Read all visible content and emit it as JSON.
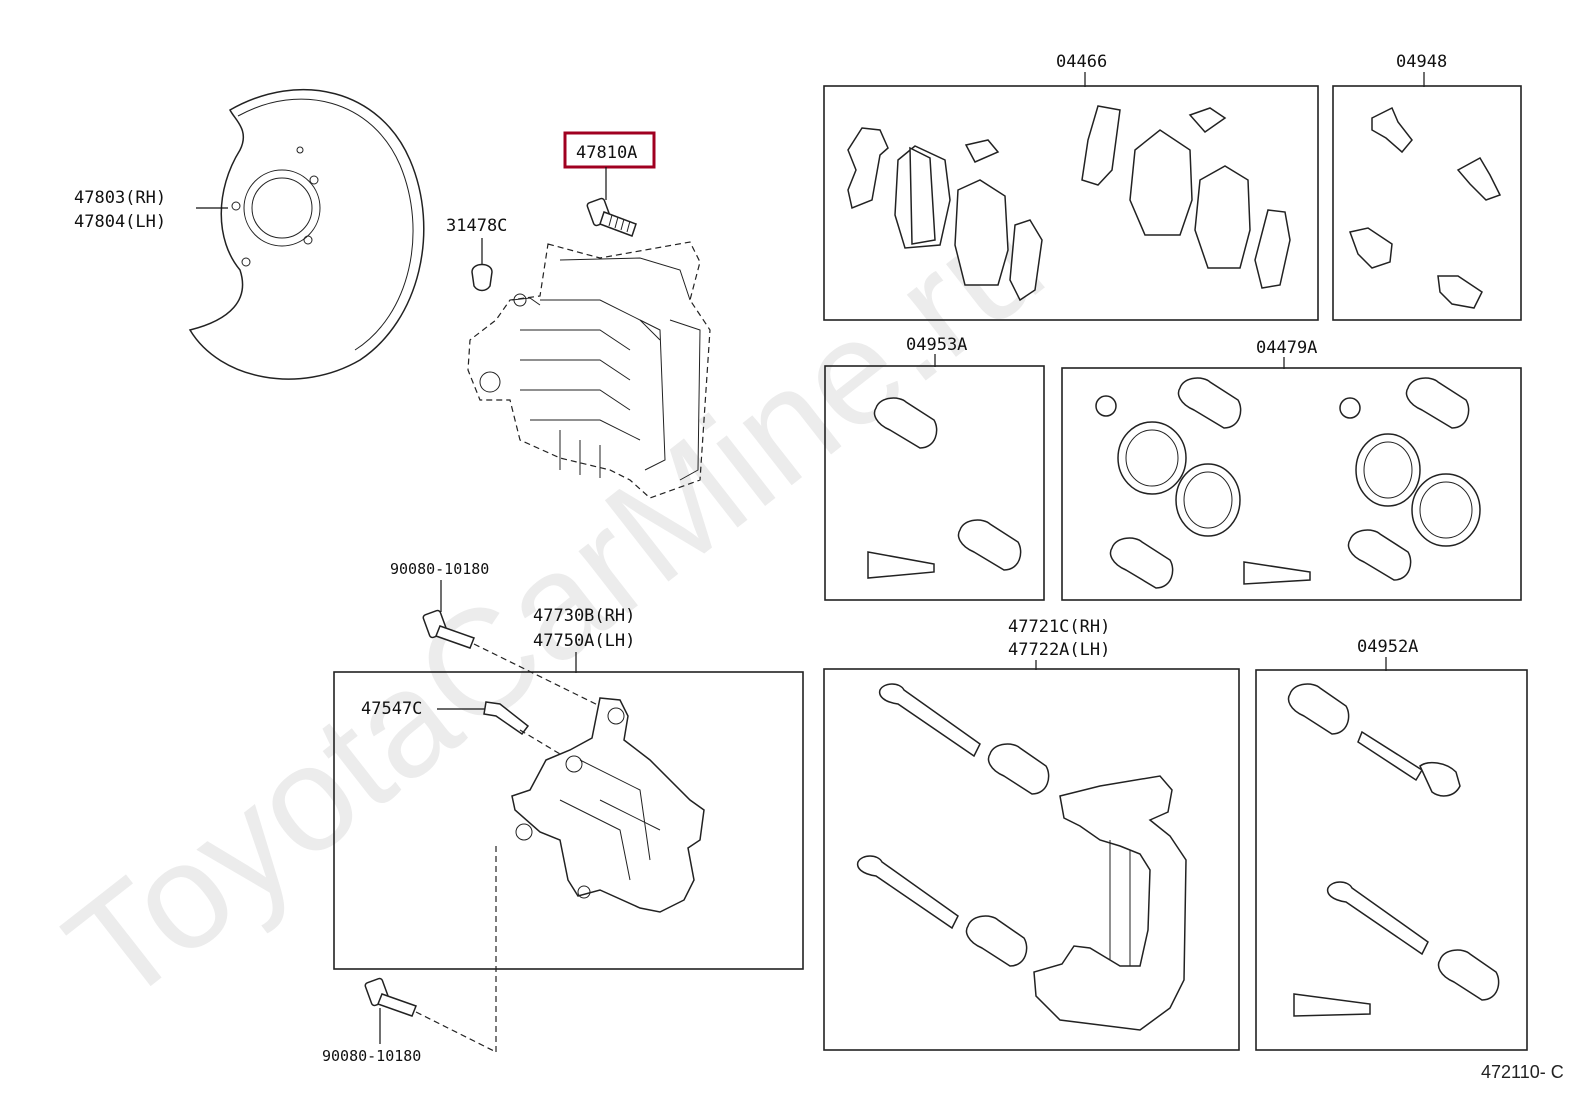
{
  "watermark": "ToyotaCarMine.ru",
  "figure_id": "472110- C",
  "labels": {
    "l_47803": "47803(RH)",
    "l_47804": "47804(LH)",
    "l_47810A": "47810A",
    "l_31478C": "31478C",
    "l_04466": "04466",
    "l_04948": "04948",
    "l_04953A": "04953A",
    "l_04479A": "04479A",
    "l_90080_top": "90080-10180",
    "l_47730B": "47730B(RH)",
    "l_47750A": "47750A(LH)",
    "l_47547C": "47547C",
    "l_90080_bottom": "90080-10180",
    "l_47721C": "47721C(RH)",
    "l_47722A": "47722A(LH)",
    "l_04952A": "04952A"
  },
  "highlight": {
    "part": "47810A",
    "color": "#a00020"
  }
}
